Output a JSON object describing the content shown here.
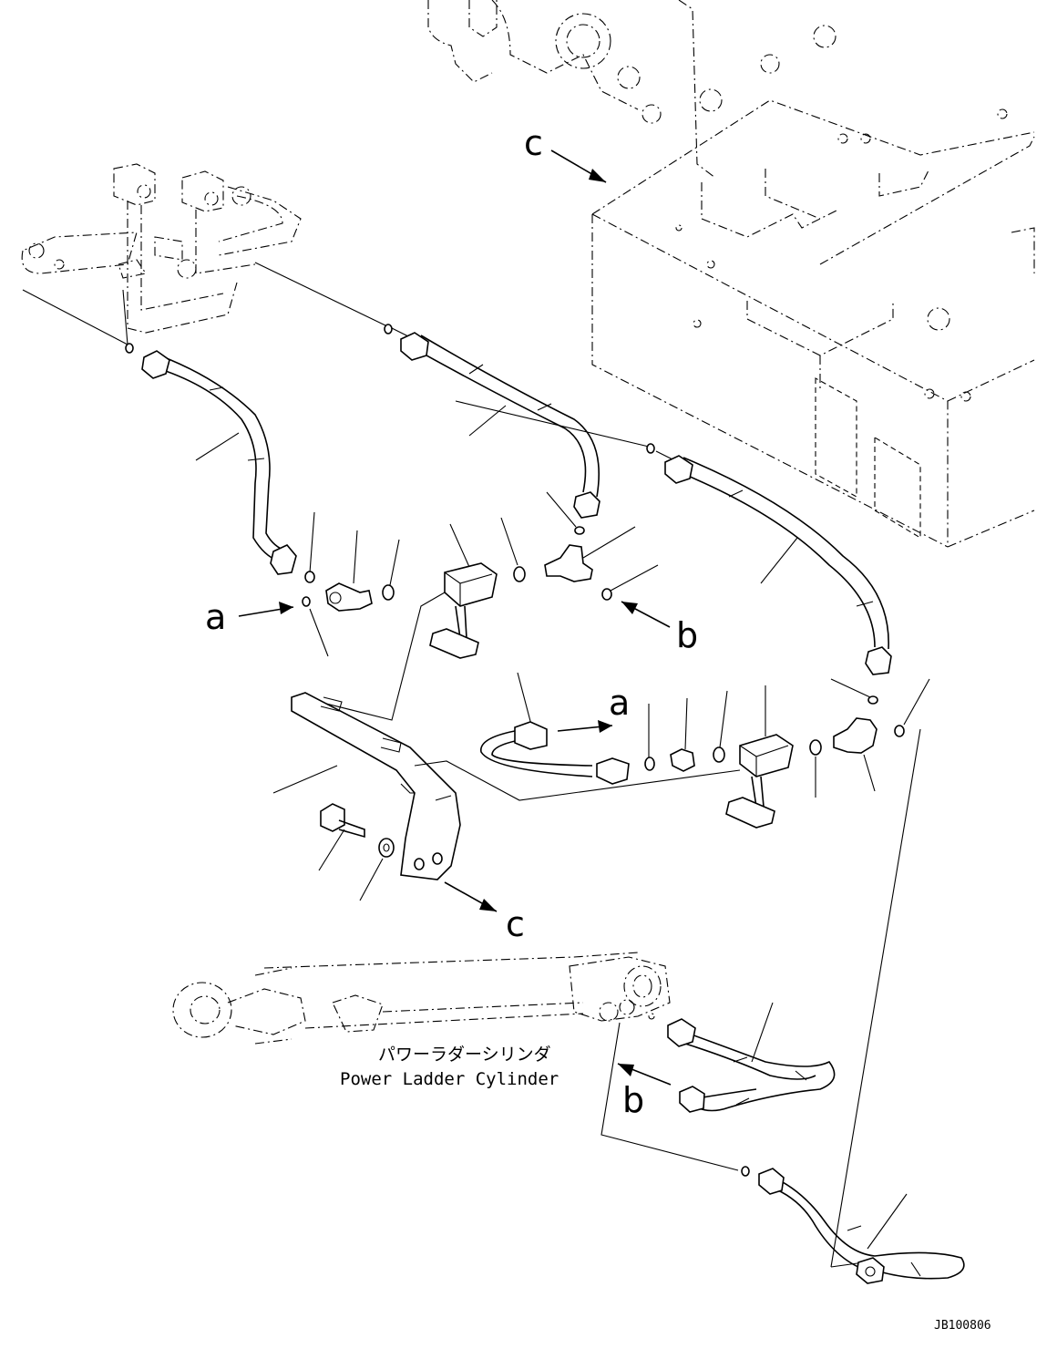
{
  "labels": {
    "a_upper": "a",
    "a_lower": "a",
    "b_upper": "b",
    "b_lower": "b",
    "c_upper": "c",
    "c_lower": "c"
  },
  "caption": {
    "japanese": "パワーラダーシリンダ",
    "english": "Power Ladder Cylinder"
  },
  "drawing_code": "JB100806"
}
